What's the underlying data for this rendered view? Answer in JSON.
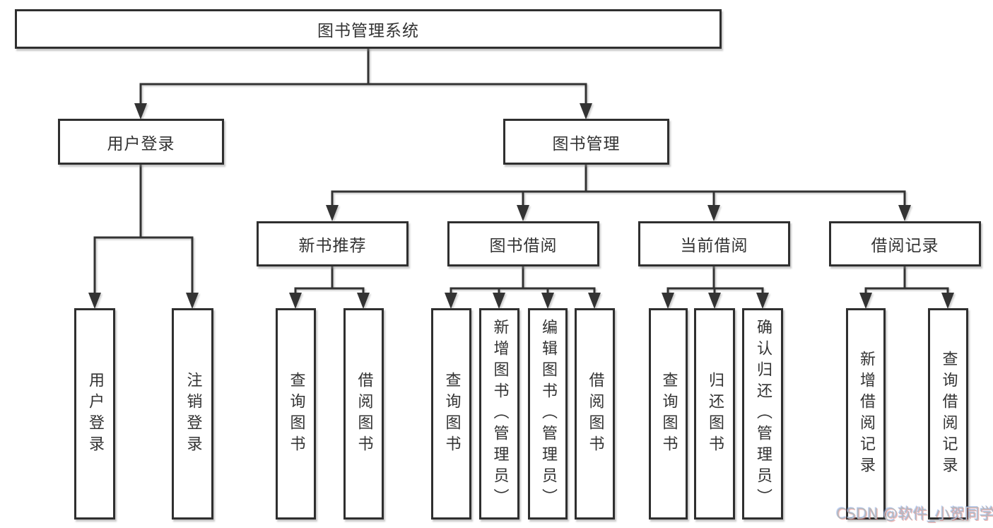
{
  "colors": {
    "line": "#333333",
    "text": "#333333",
    "background": "#ffffff",
    "watermark": "#b4b9be"
  },
  "tree": {
    "root": {
      "label": "图书管理系统"
    },
    "level2": [
      {
        "label": "用户登录",
        "leaves": [
          "用户登录",
          "注销登录"
        ]
      },
      {
        "label": "图书管理",
        "children": [
          {
            "label": "新书推荐",
            "leaves": [
              "查询图书",
              "借阅图书"
            ]
          },
          {
            "label": "图书借阅",
            "leaves": [
              "查询图书",
              "新增图书（管理员）",
              "编辑图书（管理员）",
              "借阅图书"
            ]
          },
          {
            "label": "当前借阅",
            "leaves": [
              "查询图书",
              "归还图书",
              "确认归还（管理员）"
            ]
          },
          {
            "label": "借阅记录",
            "leaves": [
              "新增借阅记录",
              "查询借阅记录"
            ]
          }
        ]
      }
    ]
  },
  "watermark": "CSDN @软件_小贺同学"
}
